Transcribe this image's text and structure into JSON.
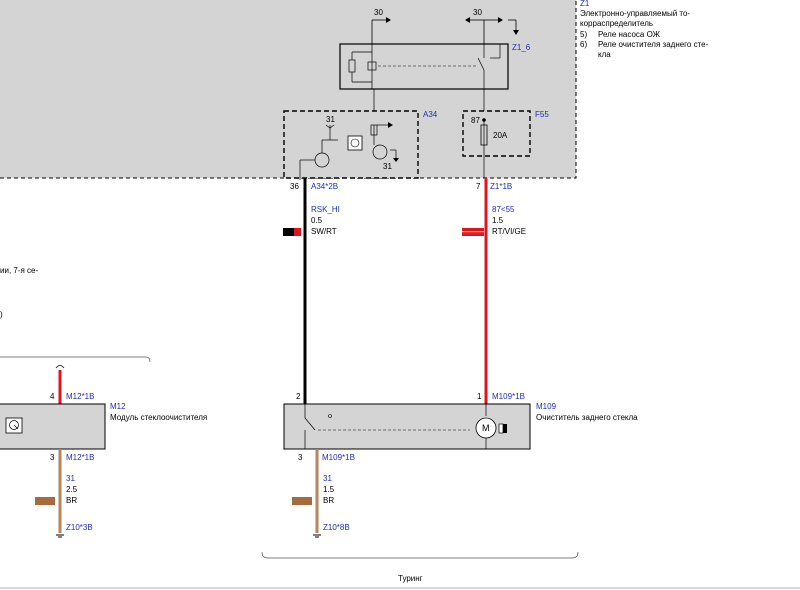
{
  "z1": {
    "id": "Z1",
    "title_l1": "Электронно-управляемый то-",
    "title_l2": "корраспределитель",
    "item1_num": "5)",
    "item1_text": "Реле насоса ОЖ",
    "item2_num": "6)",
    "item2_text": "Реле очистителя заднего сте-",
    "item2_text2": "кла"
  },
  "relay": {
    "id": "Z1_6",
    "term_left": "30",
    "term_right": "30"
  },
  "a34": {
    "id": "A34",
    "term": "31",
    "term_bottom": "31"
  },
  "f55": {
    "id": "F55",
    "term": "87",
    "rating": "20A"
  },
  "pins": {
    "a34_pin": "36",
    "a34_conn": "A34*2B",
    "z1_pin": "7",
    "z1_conn": "Z1*1B"
  },
  "wire_black": {
    "signal": "RSK_HI",
    "gauge": "0.5",
    "color": "SW/RT"
  },
  "wire_red": {
    "signal": "87<55",
    "gauge": "1.5",
    "color": "RT/VI/GE"
  },
  "left_partial": {
    "line1": "ии, 7-я се-",
    "line2": ")"
  },
  "m12": {
    "id": "M12",
    "name": "Модуль стеклоочистителя",
    "pin_top": "4",
    "conn_top": "M12*1B",
    "pin_bottom": "3",
    "conn_bottom": "M12*1B",
    "ground_num": "31",
    "ground_gauge": "2.5",
    "ground_color": "BR",
    "ground_point": "Z10*3B"
  },
  "m109": {
    "id": "M109",
    "name": "Очиститель заднего стекла",
    "pin_left": "2",
    "pin_right": "1",
    "conn_top": "M109*1B",
    "pin_bottom": "3",
    "conn_bottom": "M109*1B",
    "ground_num": "31",
    "ground_gauge": "1.5",
    "ground_color": "BR",
    "ground_point": "Z10*8B",
    "motor_label": "M"
  },
  "bracket_label": "Туринг",
  "colors": {
    "panel": "#d4d4d4",
    "wire_red": "#e0141c",
    "wire_black": "#000000",
    "wire_brown": "#b8845a",
    "label_blue": "#1f2fb8"
  },
  "icons": [
    "wiper-icon",
    "ground-icon",
    "motor-icon",
    "relay-coil-icon",
    "transistor-icon",
    "fuse-icon"
  ]
}
